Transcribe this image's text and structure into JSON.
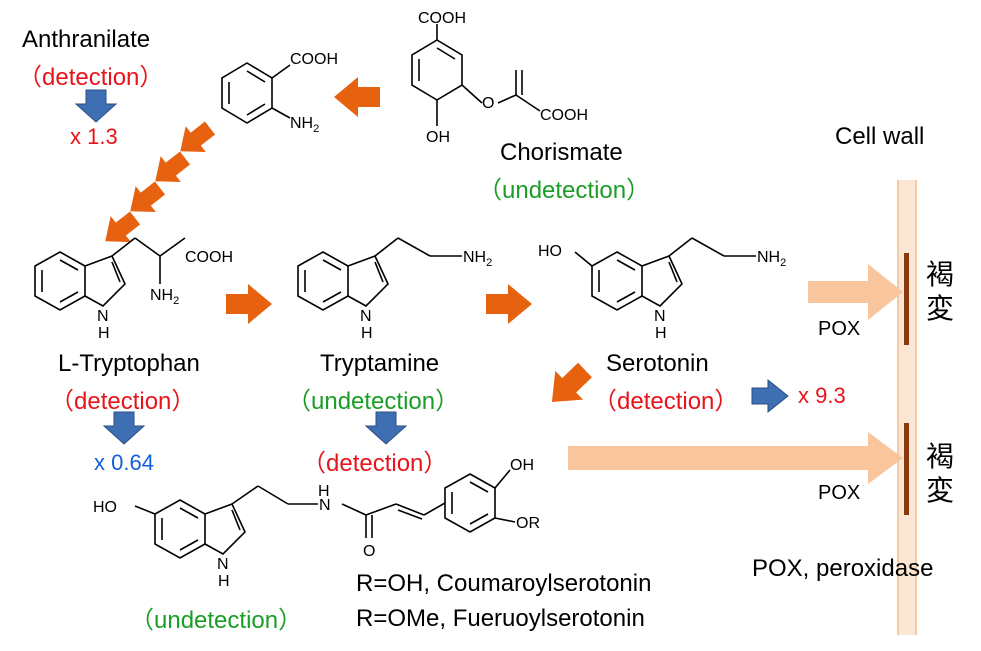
{
  "colors": {
    "detected": "#e8141b",
    "undetected": "#1a9e26",
    "fold_red": "#e8141b",
    "fold_blue": "#1560d4",
    "orange_arrow": "#e7620e",
    "blue_arrow": "#3d6fb2",
    "light_arrow": "#f9c59d",
    "wall_line": "#8b3a10",
    "wall_band": "#f7d2b2"
  },
  "icons": {
    "pathway_arrow": "orange-arrow-icon",
    "fold_change": "blue-down-arrow-icon",
    "oxidation": "light-orange-arrow-icon"
  },
  "compounds": {
    "anthranilate": {
      "name": "Anthranilate",
      "status": "（detection）",
      "fold": "x 1.3"
    },
    "chorismate": {
      "name": "Chorismate",
      "status": "（undetection）"
    },
    "tryptophan": {
      "name": "L-Tryptophan",
      "status": "（detection）",
      "fold": "x 0.64"
    },
    "tryptamine": {
      "name": "Tryptamine",
      "status": "（undetection）",
      "conjugate_status": "（detection）"
    },
    "serotonin": {
      "name": "Serotonin",
      "status": "（detection）",
      "fold": "x 9.3"
    },
    "hydroxycinnamoylserotonin": {
      "status": "（undetection）",
      "r_oh": "R=OH, Coumaroylserotonin",
      "r_ome": "R=OMe, Fueruoylserotonin"
    }
  },
  "structure_labels": {
    "cooh": "COOH",
    "nh2": "NH",
    "sub2": "2",
    "oh": "OH",
    "ho": "HO",
    "o": "O",
    "nh": "N",
    "h": "H",
    "or": "OR"
  },
  "cell_wall": {
    "title": "Cell wall",
    "pox": "POX",
    "browning": "褐変",
    "legend": "POX, peroxidase"
  }
}
